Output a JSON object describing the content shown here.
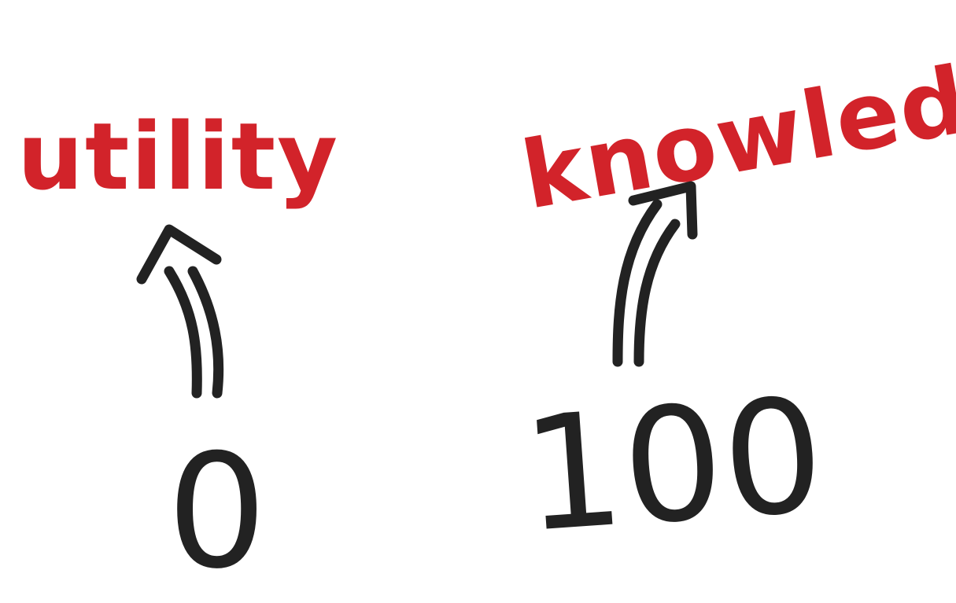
{
  "left": {
    "label": "utility",
    "value": "0"
  },
  "right": {
    "label": "knowledge",
    "value": "100"
  },
  "colors": {
    "label": "#d2232a",
    "ink": "#222222",
    "background": "#ffffff"
  }
}
